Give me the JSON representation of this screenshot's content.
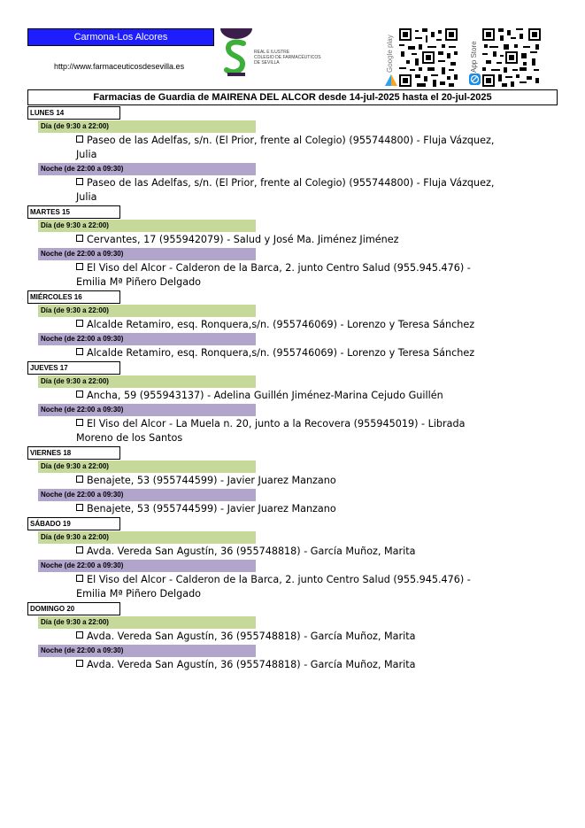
{
  "header": {
    "zone": "Carmona-Los Alcores",
    "url": "http://www.farmaceuticosdesevilla.es",
    "logo_text": [
      "REAL E ILUSTRE",
      "COLEGIO DE FARMACÉUTICOS",
      "DE SEVILLA"
    ],
    "google_play": "Google play",
    "app_store": "App Store",
    "title": "Farmacias de Guardia de MAIRENA DEL ALCOR desde 14-jul-2025 hasta el 20-jul-2025"
  },
  "colors": {
    "zone_bg": "#1d1dff",
    "day_shift": "#c6d89a",
    "night_shift": "#b2a5cb",
    "logo_dark": "#3b1e4a",
    "logo_green": "#3cae3a"
  },
  "days": [
    {
      "label": "LUNES 14",
      "dia": {
        "label": "Día (de 9:30 a 22:00)",
        "text": "Paseo de las Adelfas, s/n. (El Prior, frente al Colegio) (955744800) - Fluja Vázquez, Julia"
      },
      "noche": {
        "label": "Noche (de 22:00 a 09:30)",
        "text": "Paseo de las Adelfas, s/n. (El Prior, frente al Colegio) (955744800) - Fluja Vázquez, Julia"
      }
    },
    {
      "label": "MARTES 15",
      "dia": {
        "label": "Día (de 9:30 a 22:00)",
        "text": "Cervantes,  17 (955942079) - Salud y José Ma. Jiménez Jiménez"
      },
      "noche": {
        "label": "Noche (de 22:00 a 09:30)",
        "text": "El Viso del Alcor - Calderon de la Barca, 2. junto Centro Salud (955.945.476) - Emilia Mª Piñero Delgado"
      }
    },
    {
      "label": "MIÉRCOLES 16",
      "dia": {
        "label": "Día (de 9:30 a 22:00)",
        "text": "Alcalde Retamiro, esq. Ronquera,s/n. (955746069) - Lorenzo y Teresa Sánchez"
      },
      "noche": {
        "label": "Noche (de 22:00 a 09:30)",
        "text": "Alcalde Retamiro, esq. Ronquera,s/n. (955746069) - Lorenzo y Teresa Sánchez"
      }
    },
    {
      "label": "JUEVES 17",
      "dia": {
        "label": "Día (de 9:30 a 22:00)",
        "text": "Ancha, 59 (955943137) - Adelina Guillén Jiménez-Marina Cejudo Guillén"
      },
      "noche": {
        "label": "Noche (de 22:00 a 09:30)",
        "text": "El Viso del Alcor - La Muela n. 20, junto a la Recovera (955945019) - Librada Moreno de los Santos"
      }
    },
    {
      "label": "VIERNES 18",
      "dia": {
        "label": "Día (de 9:30 a 22:00)",
        "text": "Benajete, 53 (955744599) - Javier Juarez Manzano"
      },
      "noche": {
        "label": "Noche (de 22:00 a 09:30)",
        "text": "Benajete, 53 (955744599) - Javier Juarez Manzano"
      }
    },
    {
      "label": "SÁBADO 19",
      "dia": {
        "label": "Día (de 9:30 a 22:00)",
        "text": "Avda. Vereda San Agustín, 36 (955748818) - García Muñoz, Marita"
      },
      "noche": {
        "label": "Noche (de 22:00 a 09:30)",
        "text": "El Viso del Alcor - Calderon de la Barca, 2. junto Centro Salud (955.945.476) - Emilia Mª Piñero Delgado"
      }
    },
    {
      "label": "DOMINGO 20",
      "dia": {
        "label": "Día (de 9:30 a 22:00)",
        "text": "Avda. Vereda San Agustín, 36 (955748818) - García Muñoz, Marita"
      },
      "noche": {
        "label": "Noche (de 22:00 a 09:30)",
        "text": "Avda. Vereda San Agustín, 36 (955748818) - García Muñoz, Marita"
      }
    }
  ]
}
